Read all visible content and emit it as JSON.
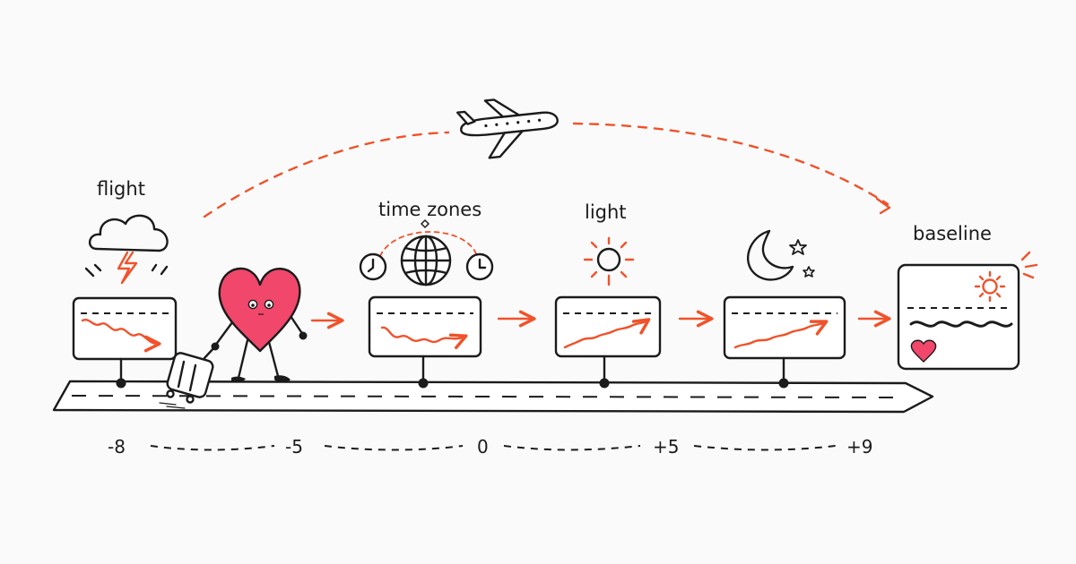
{
  "labels": {
    "flight": "flight",
    "time_zones": "time zones",
    "light": "light",
    "baseline": "baseline"
  },
  "timeline": {
    "ticks": [
      "-8",
      "-5",
      "0",
      "+5",
      "+9"
    ]
  },
  "colors": {
    "accent": "#f0522a",
    "heart": "#f0476a",
    "ink": "#1b1b1b",
    "background": "#fafafa"
  },
  "icons": [
    "airplane-icon",
    "storm-cloud-icon",
    "heart-character-icon",
    "suitcase-icon",
    "globe-icon",
    "clock-icon",
    "sun-icon",
    "moon-icon",
    "star-icon"
  ]
}
